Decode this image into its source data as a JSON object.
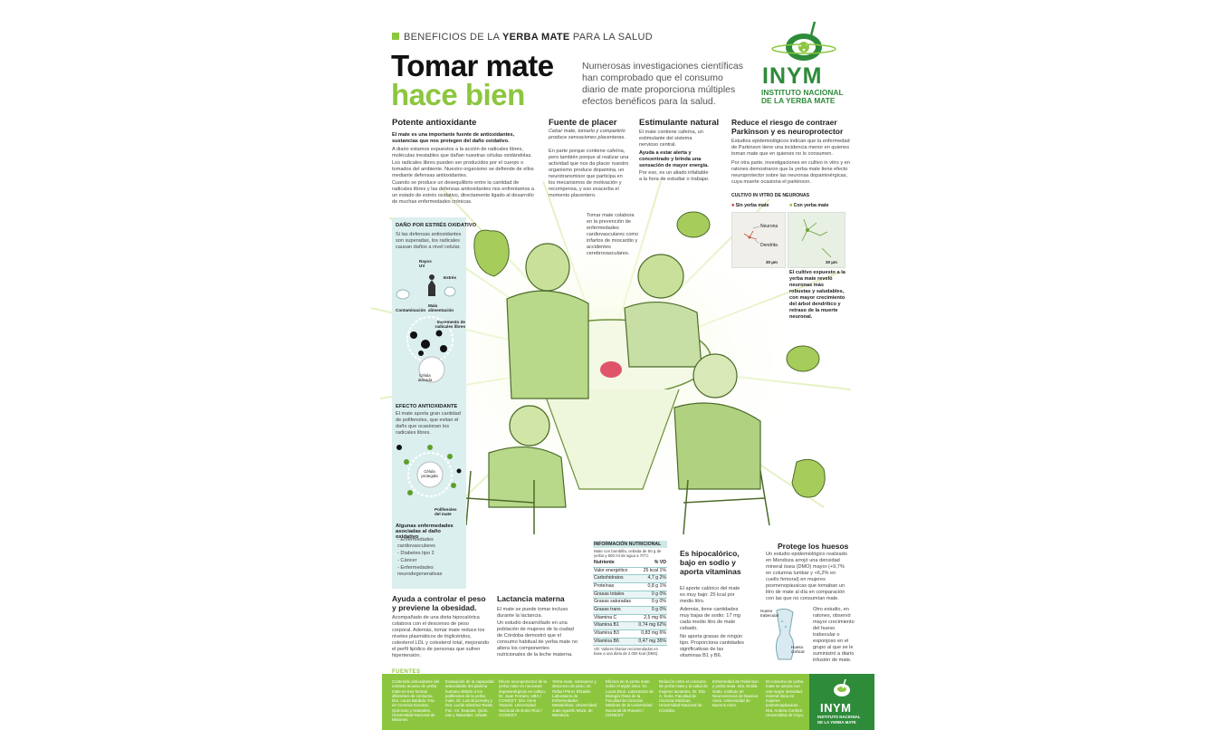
{
  "header": {
    "kicker_pre": "BENEFICIOS DE LA ",
    "kicker_bold": "YERBA MATE",
    "kicker_post": " PARA LA SALUD",
    "title_line1": "Tomar mate",
    "title_line2": "hace bien",
    "intro": "Numerosas investigaciones científicas han comprobado que el consumo diario de mate proporciona múltiples efectos benéficos para la salud."
  },
  "logo": {
    "acronym": "INYM",
    "line1": "INSTITUTO NACIONAL",
    "line2": "DE LA YERBA MATE"
  },
  "sections": {
    "antioxidante": {
      "title": "Potente antioxidante",
      "lead": "El mate es una importante fuente de antioxidantes, sustancias que nos protegen del daño oxidativo.",
      "p1": "A diario estamos expuestos a la acción de radicales libres, moléculas inestables que dañan nuestras células oxidándolas.",
      "p2": "Los radicales libres pueden ser producidos por el cuerpo o tomados del ambiente. Nuestro organismo se defiende de ellos mediante defensas antioxidantes.",
      "p3": "Cuando se produce un desequilibrio entre la cantidad de radicales libres y las defensas antioxidantes nos enfrentamos a un estado de estrés oxidativo, directamente ligado al desarrollo de muchas enfermedades crónicas."
    },
    "placer": {
      "title": "Fuente de placer",
      "p1": "Cebar mate, tomarlo y compartirlo produce sensaciones placenteras.",
      "p2": "En parte porque contiene cafeína, pero también porque al realizar una actividad que nos da placer nuestro organismo produce dopamina, un neurotransmisor que participa en los mecanismos de motivación y recompensa, y eso exacerba el momento placentero."
    },
    "estimulante": {
      "title": "Estimulante natural",
      "p1": "El mate contiene cafeína, un estimulante del sistema nervioso central.",
      "p2": "Ayuda a estar alerta y concentrado y brinda una sensación de mayor energía.",
      "p3": "Por eso, es un aliado infaltable a la hora de estudiar o trabajar."
    },
    "parkinson": {
      "title": "Reduce el riesgo de contraer Parkinson y es neuroprotector",
      "p1": "Estudios epidemiológicos indican que la enfermedad de Parkinson tiene una incidencia menor en quienes toman mate que en quienes no lo consumen.",
      "p2": "Por otra parte, investigaciones en cultivo in vitro y en ratones demostraron que la yerba mate tiene efecto neuroprotector sobre las neuronas dopaminérgicas, cuya muerte ocasiona el parkinson.",
      "culture_title": "CULTIVO IN VITRO DE NEURONAS",
      "sin": "Sin yerba mate",
      "con": "Con yerba mate",
      "neurona": "Neurona",
      "dendrita": "Dendrita",
      "scale1": "30 µm",
      "scale2": "30 µm",
      "caption": "El cultivo expuesto a la yerba mate reveló neuronas más robustas y saludables, con mayor crecimiento del árbol dendrítico y retraso de la muerte neuronal."
    },
    "cardio": {
      "text": "Tomar mate colabora en la prevención de enfermedades cardiovasculares como infartos de miocardio y accidentes cerebrovasculares."
    },
    "sidebar": {
      "title": "DAÑO POR ESTRÉS OXIDATIVO",
      "p1": "Si las defensas antioxidantes son superadas, los radicales causan daños a nivel celular.",
      "rayos": "Rayos UV",
      "estres": "Estrés",
      "contaminacion": "Contaminación",
      "mala": "Mala alimentación",
      "incremento": "Incremento de radicales libres",
      "celula_atacada": "Célula atacada",
      "efecto_title": "EFECTO ANTIOXIDANTE",
      "efecto_text": "El mate aporta gran cantidad de polifenoles, que evitan el daño que ocasionan los radicales libres.",
      "celula_protegida": "Célula protegida",
      "polifenoles": "Polifenoles del mate",
      "enf_title": "Algunas enfermedades asociadas al daño oxidativo",
      "enf": [
        "- Enfermedades cardiovasculares",
        "- Diabetes tipo 2",
        "- Cáncer",
        "- Enfermedades neurodegenerativas"
      ]
    },
    "obesidad": {
      "title": "Ayuda a controlar el peso y previene la obesidad.",
      "text": "Acompañado de una dieta hipocalórica colabora con el descenso de peso corporal. Además, tomar mate reduce los niveles plasmáticos de triglicéridos, colesterol LDL y colesterol total, mejorando el perfil lipídico de personas que sufren hipertensión."
    },
    "lactancia": {
      "title": "Lactancia materna",
      "p1": "El mate se puede tomar incluso durante la lactancia.",
      "p2": "Un estudio desarrollado en una población de mujeres de la ciudad de Córdoba demostró que el consumo habitual de yerba mate no altera los componentes nutricionales de la leche materna."
    },
    "hipocalorico": {
      "title": "Es hipocalórico, bajo en sodio y aporta vitaminas",
      "p1": "El aporte calórico del mate es muy bajo: 25 kcal por medio litro.",
      "p2": "Además, tiene cantidades muy bajas de sodio: 17 mg cada medio litro de mate cebado.",
      "p3": "No aporta grasas de ningún tipo. Proporciona cantidades significativas de las vitaminas B1 y B6."
    },
    "huesos": {
      "title": "Protege los huesos",
      "p1": "Un estudio epidemiológico realizado en Mendoza arrojó una densidad mineral ósea (DMO) mayor (+9,7% en columna lumbar y +6,2% en cuello femoral) en mujeres posmenopáusicas que tomaban un litro de mate al día en comparación con las que no consumían mate.",
      "trabecular": "Hueso trabecular",
      "cortical": "Hueso cortical",
      "p2": "Otro estudio, en ratones, observó mayor crecimiento del hueso trabecular o esponjoso en el grupo al que se le suministró a diario infusión de mate."
    }
  },
  "nutrition": {
    "title": "INFORMACIÓN NUTRICIONAL",
    "subtitle": "Mate con bombilla, cebada de 50 g de yerba y 500 ml de agua a 70°C",
    "col_nutriente": "Nutriente",
    "col_vd": "% VD",
    "rows": [
      {
        "name": "Valor energético",
        "amount": "25 kcal",
        "vd": "1%"
      },
      {
        "name": "Carbohidratos",
        "amount": "4,7 g",
        "vd": "2%"
      },
      {
        "name": "Proteínas",
        "amount": "0,8 g",
        "vd": "1%"
      },
      {
        "name": "Grasas totales",
        "amount": "0 g",
        "vd": "0%"
      },
      {
        "name": "Grasas saturadas",
        "amount": "0 g",
        "vd": "0%"
      },
      {
        "name": "Grasas trans",
        "amount": "0 g",
        "vd": "0%"
      },
      {
        "name": "Vitamina C",
        "amount": "2,5 mg",
        "vd": "6%"
      },
      {
        "name": "Vitamina B1",
        "amount": "0,74 mg",
        "vd": "62%"
      },
      {
        "name": "Vitamina B3",
        "amount": "0,83 mg",
        "vd": "6%"
      },
      {
        "name": "Vitamina B6",
        "amount": "0,47 mg",
        "vd": "36%"
      }
    ],
    "note": "VD: Valores Diarios recomendados en base a una dieta de 2.000 kcal (DMS)."
  },
  "footer": {
    "label": "FUENTES",
    "cols": [
      "Contenido antioxidante del extracto acuoso de yerba mate en tres formas diferentes de consumo. Dra. Laura Baraldo. Fac. de Ciencias Exactas, Químicas y Naturales. Universidad Nacional de Misiones.",
      "Evaluación de la capacidad antioxidante del plasma humano debido a los polifenoles de la yerba mate. Dr. Luis Bruzzesky y Dra. Lucila Sánchez Reale. Fac. Cs. Exactas. Quím. nas y Naturales. UNaM.",
      "Efecto neuroprotector de la yerba mate en neuronas dopaminérgicas en cultivo. Dr. Juan Ferrario. UBA / CONICET. Dra. Irene Taravini. Universidad Nacional de Entre Ríos / CONICET.",
      "Yerba mate, sobrepeso y descenso de peso. Dr. Rafael Pérez Elizalde. Laboratorio de Enfermedades Metabólicas. Universidad Juan Agustín Maza. de Mendoza.",
      "Efectos de la yerba mate sobre el tejido óseo. Dr. Lucas Brun. Laboratorio de Biología Ósea de la Facultad de Ciencias Médicas de la Universidad Nacional de Rosario / CONICET.",
      "Relación entre el consumo de yerba mate y la salud de mujeres lactantes. Dr. Elio A. Soria. Facultad de Ciencias Médicas. Universidad Nacional de Córdoba.",
      "Enfermedad de Parkinson y yerba mate. Dra. Emilia Gatto. Instituto de Neurociencias de Buenos Aires. Universidad de Buenos Aires.",
      "El consumo de yerba mate se asocia con una mayor densidad mineral ósea en mujeres posmenopáusicas. Dra. Andrea Conforti. Universidad de Cuyo."
    ]
  },
  "colors": {
    "brand_green": "#8cc63f",
    "dark_green": "#2e8b3a",
    "sidebar_bg": "#dcefef",
    "illustration": "#b9d98a"
  }
}
